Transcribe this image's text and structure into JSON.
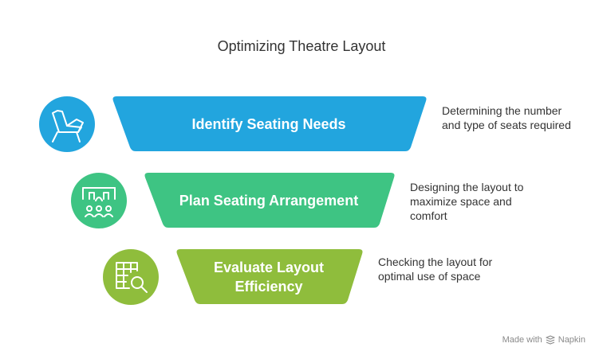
{
  "title": "Optimizing Theatre Layout",
  "steps": [
    {
      "label_lines": [
        "Identify Seating Needs"
      ],
      "description": "Determining the number and type of seats required",
      "color": "#22a5de",
      "icon": "chair-icon"
    },
    {
      "label_lines": [
        "Plan Seating Arrangement"
      ],
      "description": "Designing the layout to maximize space and comfort",
      "color": "#3ec483",
      "icon": "seating-plan-icon"
    },
    {
      "label_lines": [
        "Evaluate Layout",
        "Efficiency"
      ],
      "description": "Checking the layout for optimal use of space",
      "color": "#8fbd3c",
      "icon": "table-search-icon"
    }
  ],
  "footer": {
    "made_with": "Made with",
    "brand": "Napkin"
  }
}
